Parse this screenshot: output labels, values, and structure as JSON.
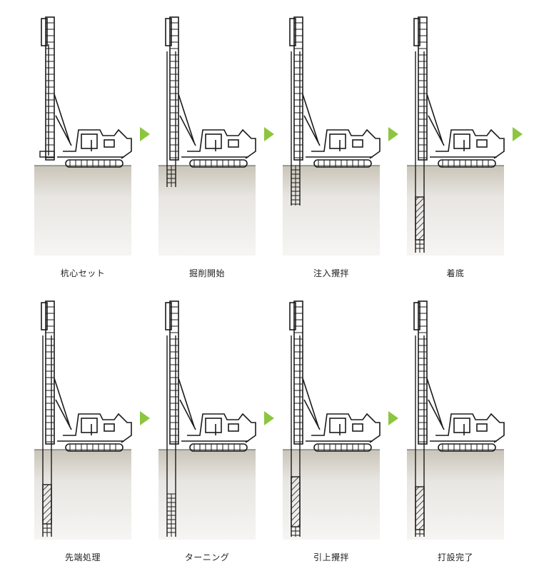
{
  "steps": [
    {
      "label": "杭心セット"
    },
    {
      "label": "掘削開始"
    },
    {
      "label": "注入攪拌"
    },
    {
      "label": "着底"
    },
    {
      "label": "先端処理"
    },
    {
      "label": "ターニング"
    },
    {
      "label": "引上攪拌"
    },
    {
      "label": "打設完了"
    }
  ],
  "colors": {
    "arrow": "#8cc63f",
    "ground": "#e8e6e2",
    "machine": "#1a1a1a"
  }
}
